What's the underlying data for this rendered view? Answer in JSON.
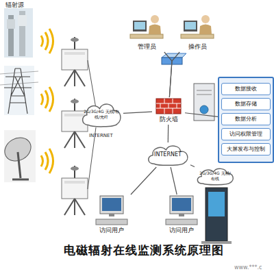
{
  "diagram": {
    "title": "电磁辐射在线监测系统原理图",
    "nodes": [
      {
        "text": [
          "管理员"
        ]
      },
      {
        "text": [
          "操作员"
        ]
      },
      {
        "text": [
          "2G/3G/4G 无线/有线/光纤"
        ]
      },
      {
        "text": [
          "防火墙"
        ]
      },
      {
        "text": [
          "数据接收",
          "数据存储",
          "数据分析",
          "访问权限管理",
          "大屏发布与控制"
        ]
      },
      {
        "text": [
          "INTERNET"
        ]
      },
      {
        "text": [
          "2G/3G/4G 无线/有线"
        ]
      },
      {
        "text": [
          "访问用户"
        ]
      },
      {
        "text": [
          "访问用户"
        ]
      }
    ],
    "edges": [
      {
        "from": 0,
        "to": 3,
        "arrow": "none"
      },
      {
        "from": 1,
        "to": 3,
        "arrow": "none"
      },
      {
        "from": 2,
        "to": 3,
        "arrow": "none"
      },
      {
        "from": 3,
        "to": 4,
        "arrow": "none"
      },
      {
        "from": 3,
        "to": 5,
        "arrow": "none"
      },
      {
        "from": 5,
        "to": 7,
        "arrow": "none"
      },
      {
        "from": 5,
        "to": 8,
        "arrow": "none"
      },
      {
        "from": 5,
        "to": 6,
        "arrow": "none"
      }
    ],
    "labels": [
      "辐射源",
      "INTERNET",
      "www.***.c"
    ]
  }
}
